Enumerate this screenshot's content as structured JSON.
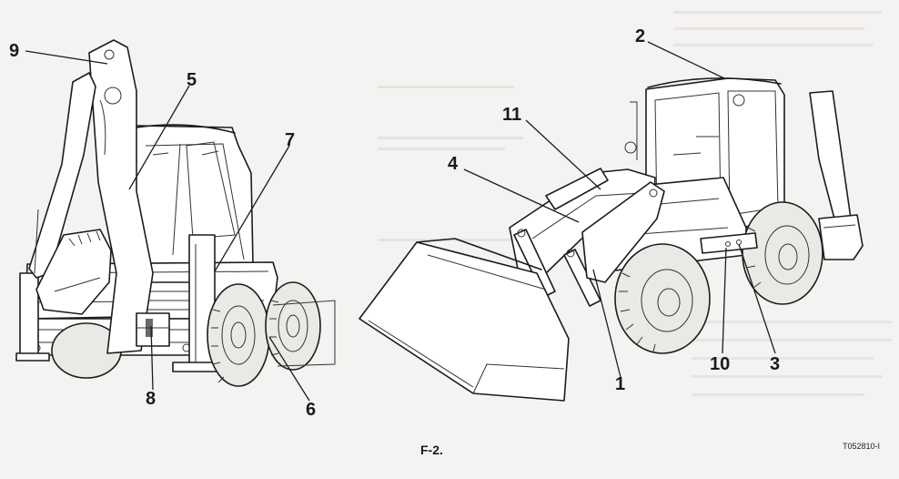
{
  "figure": {
    "caption": "F-2.",
    "reference": "T052810-I"
  },
  "callouts": [
    {
      "id": "9",
      "label": "9"
    },
    {
      "id": "5",
      "label": "5"
    },
    {
      "id": "7",
      "label": "7"
    },
    {
      "id": "8",
      "label": "8"
    },
    {
      "id": "6",
      "label": "6"
    },
    {
      "id": "2",
      "label": "2"
    },
    {
      "id": "11",
      "label": "11"
    },
    {
      "id": "4",
      "label": "4"
    },
    {
      "id": "1",
      "label": "1"
    },
    {
      "id": "10",
      "label": "10"
    },
    {
      "id": "3",
      "label": "3"
    }
  ],
  "colors": {
    "ink": "#1c1c1c",
    "paper": "#f4f3f1"
  }
}
